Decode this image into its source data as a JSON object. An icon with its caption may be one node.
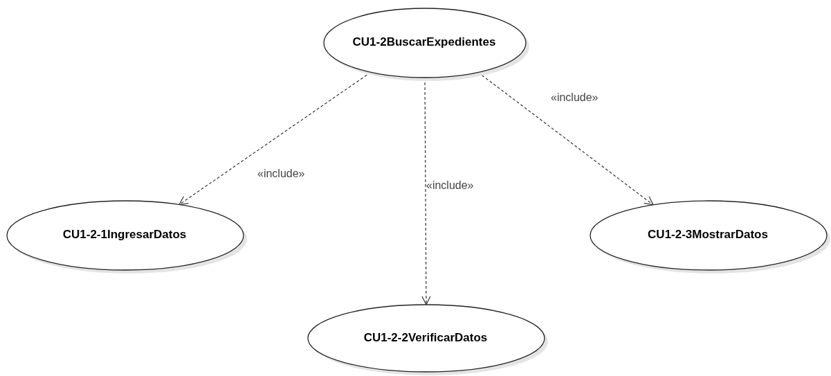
{
  "diagram": {
    "nodes": [
      {
        "text": [
          "CU1-2BuscarExpedientes"
        ]
      },
      {
        "text": [
          "CU1-2-1IngresarDatos"
        ]
      },
      {
        "text": [
          "CU1-2-2VerificarDatos"
        ]
      },
      {
        "text": [
          "CU1-2-3MostrarDatos"
        ]
      }
    ],
    "edges": [
      {
        "from": 0,
        "to": 1,
        "arrow": "to",
        "style": "dashed",
        "label": "«include»"
      },
      {
        "from": 0,
        "to": 2,
        "arrow": "to",
        "style": "dashed",
        "label": "«include»"
      },
      {
        "from": 0,
        "to": 3,
        "arrow": "to",
        "style": "dashed",
        "label": "«include»"
      }
    ]
  }
}
